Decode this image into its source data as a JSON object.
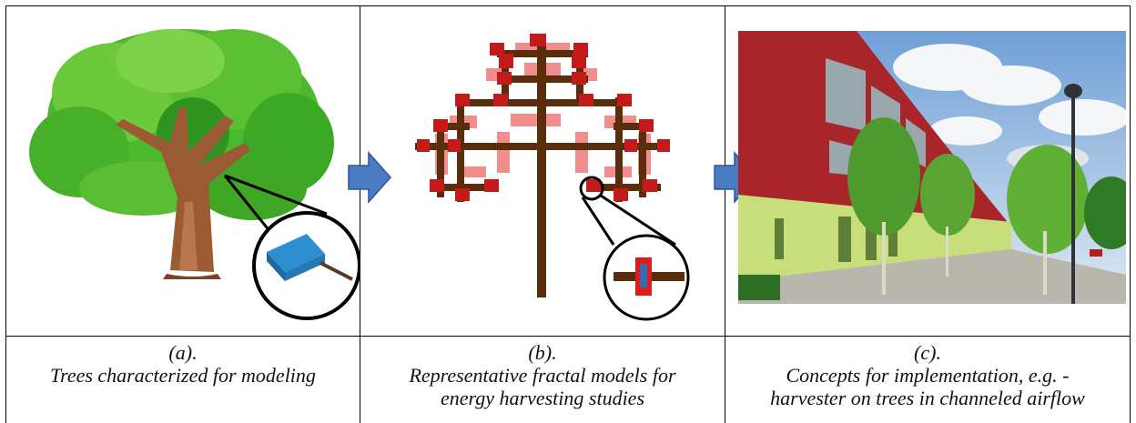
{
  "panels": [
    {
      "label": "(a).",
      "caption_lines": [
        "Trees characterized for modeling"
      ]
    },
    {
      "label": "(b).",
      "caption_lines": [
        "Representative fractal models for",
        "energy harvesting studies"
      ]
    },
    {
      "label": "(c).",
      "caption_lines": [
        "Concepts for implementation, e.g. -",
        "harvester on trees in channeled airflow"
      ]
    }
  ],
  "colors": {
    "arrow": "#4a7cc4",
    "trunk": "#5a2d0c",
    "harvester": "#e01b1b",
    "sensor": "#2d8fd0",
    "building": "#a8252a",
    "sky": "#6f9fd6",
    "leaf": "#3fae2a"
  },
  "icons": [
    "right-arrow-icon",
    "right-arrow-icon"
  ]
}
